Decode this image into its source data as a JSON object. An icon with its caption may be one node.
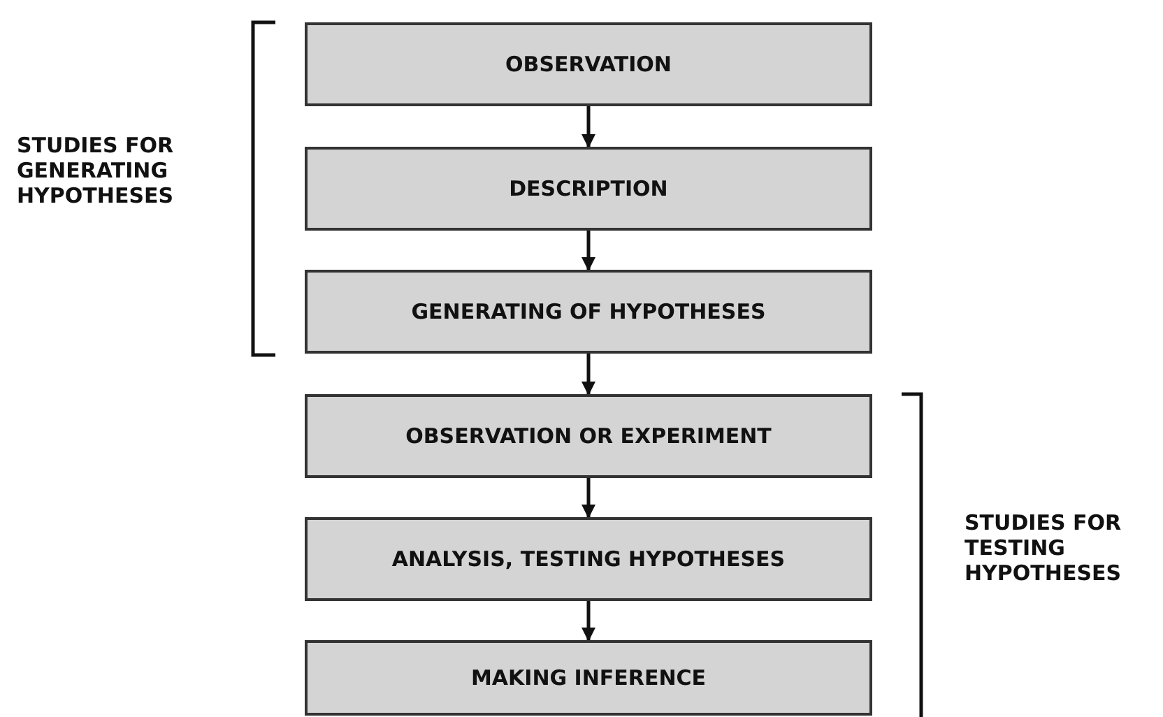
{
  "diagram": {
    "nodes": [
      {
        "text": [
          "OBSERVATION"
        ]
      },
      {
        "text": [
          "DESCRIPTION"
        ]
      },
      {
        "text": [
          "GENERATING OF HYPOTHESES"
        ]
      },
      {
        "text": [
          "OBSERVATION OR EXPERIMENT"
        ]
      },
      {
        "text": [
          "ANALYSIS, TESTING HYPOTHESES"
        ]
      },
      {
        "text": [
          "MAKING INFERENCE"
        ]
      }
    ],
    "edges": [
      {
        "from": 0,
        "to": 1,
        "arrow": "to"
      },
      {
        "from": 1,
        "to": 2,
        "arrow": "to"
      },
      {
        "from": 2,
        "to": 3,
        "arrow": "to"
      },
      {
        "from": 3,
        "to": 4,
        "arrow": "to"
      },
      {
        "from": 4,
        "to": 5,
        "arrow": "to"
      }
    ],
    "labels": [
      "STUDIES FOR GENERATING HYPOTHESES",
      "STUDIES FOR TESTING HYPOTHESES"
    ]
  }
}
